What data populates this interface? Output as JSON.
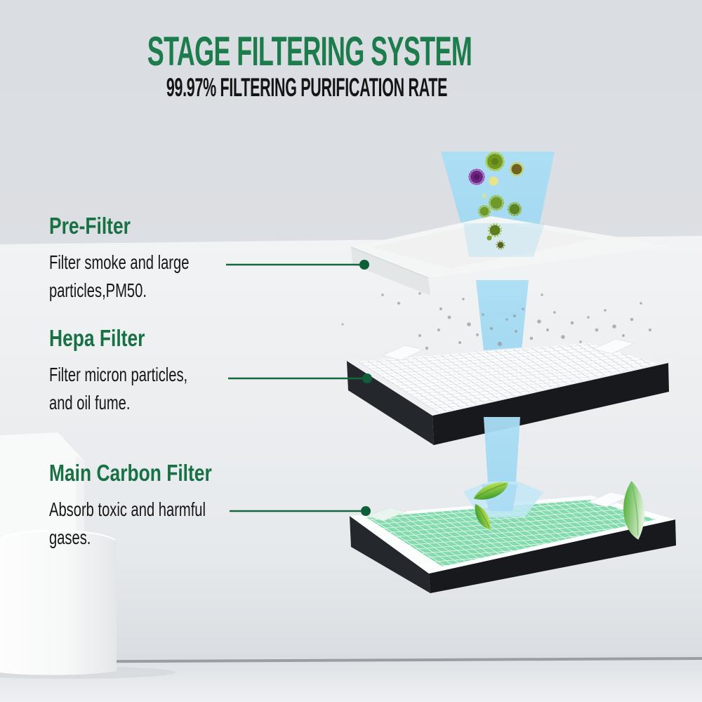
{
  "header": {
    "title": "STAGE FILTERING SYSTEM",
    "subtitle": "99.97% FILTERING PURIFICATION RATE"
  },
  "sections": [
    {
      "id": "pre-filter",
      "heading": "Pre-Filter",
      "lines": [
        "Filter smoke and large",
        "particles,PM50."
      ]
    },
    {
      "id": "hepa-filter",
      "heading": "Hepa Filter",
      "lines": [
        "Filter micron particles,",
        "and oil fume."
      ]
    },
    {
      "id": "main-carbon-filter",
      "heading": "Main Carbon Filter",
      "lines": [
        "Absorb toxic and harmful",
        "gases."
      ]
    }
  ],
  "colors": {
    "accent_green": "#1d7c4c",
    "leader_line_green": "#13693e",
    "airflow_blue": "#a8dcf4",
    "carbon_grid_green": "#84dbae",
    "filter_frame_black": "#1b1d21",
    "background_gray": "#e0e3e6"
  },
  "illustration_icons": [
    "airflow-funnel-icon",
    "germ-particle-icon",
    "dust-particle-icon",
    "pre-filter-slab-icon",
    "hepa-filter-box-icon",
    "carbon-filter-box-icon",
    "leaf-icon",
    "leader-line-dot"
  ]
}
